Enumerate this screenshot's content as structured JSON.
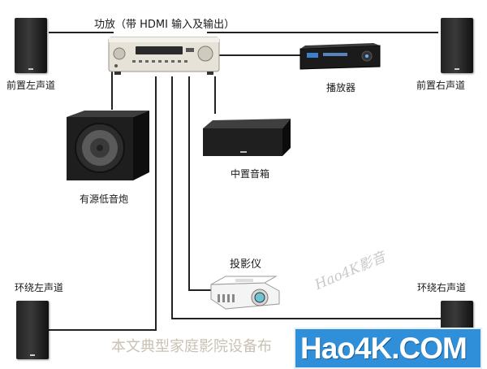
{
  "labels": {
    "amplifier": "功放（带 HDMI 输入及输出）",
    "front_left": "前置左声道",
    "player": "播放器",
    "front_right": "前置右声道",
    "subwoofer": "有源低音炮",
    "center": "中置音箱",
    "projector": "投影仪",
    "surround_left": "环绕左声道",
    "surround_right": "环绕右声道"
  },
  "watermark": "Hao4K影音",
  "caption": "本文典型家庭影院设备布",
  "brand": "Hao4K.COM",
  "colors": {
    "wire": "#222222",
    "brand_bg": "#2f8fd9",
    "caption": "#c9c2b2"
  }
}
